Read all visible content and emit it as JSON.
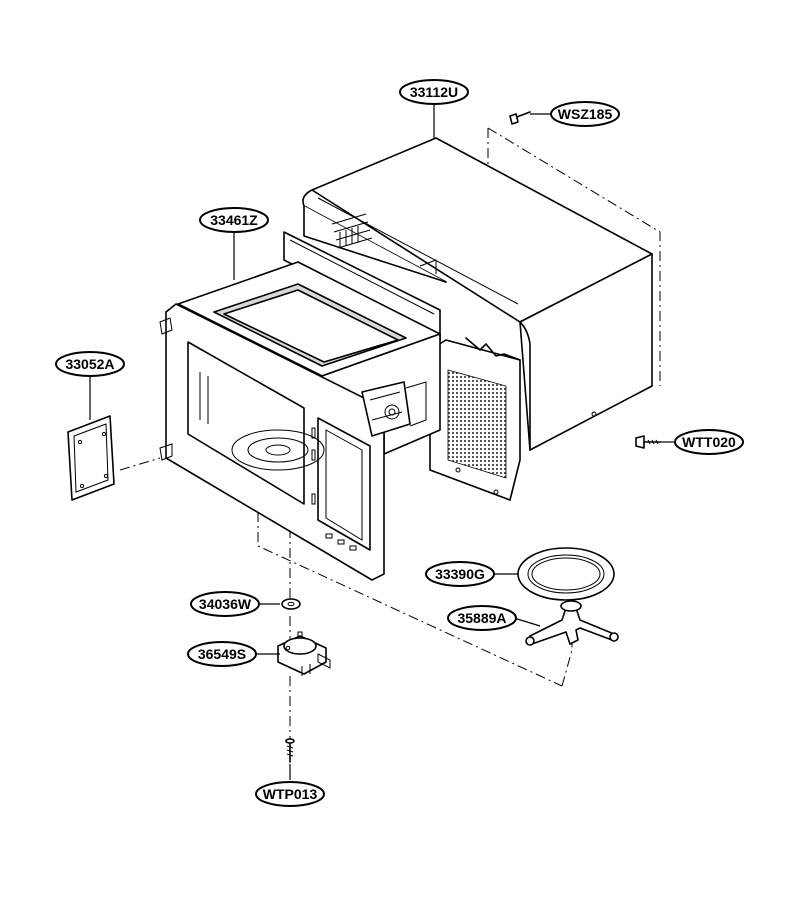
{
  "labels": {
    "p33112U": "33112U",
    "pWSZ185": "WSZ185",
    "p33461Z": "33461Z",
    "p33052A": "33052A",
    "pWTT020": "WTT020",
    "p33390G": "33390G",
    "p35889A": "35889A",
    "p34036W": "34036W",
    "p36549S": "36549S",
    "pWTP013": "WTP013"
  }
}
